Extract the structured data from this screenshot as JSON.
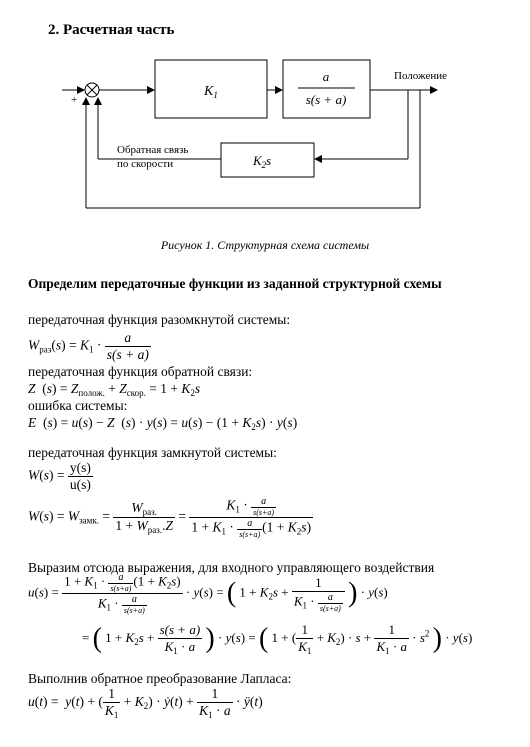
{
  "section_title": "2. Расчетная часть",
  "diagram": {
    "k1": "K",
    "k1_sub": "1",
    "tf_num": "a",
    "tf_den": "s(s + a)",
    "output_label": "Положение",
    "fb_label_line1": "Обратная связь",
    "fb_label_line2": "по скорости",
    "k2s": "K",
    "k2s_sub": "2",
    "k2s_s": "s",
    "plus": "+",
    "minus": "−"
  },
  "figure_caption": "Рисунок 1. Структурная схема системы",
  "heading": "Определим передаточные функции из заданной структурной схемы",
  "text": {
    "open_loop": "передаточная функция разомкнутой системы:",
    "feedback": "передаточная функция обратной связи:",
    "error": "ошибка системы:",
    "closed_loop": "передаточная функция замкнутой системы:",
    "express": "Выразим отсюда выражения, для входного управляющего воздействия",
    "laplace": "Выполнив обратное преобразование Лапласа:"
  },
  "subs": {
    "raz": "раз",
    "raz_dot": "раз.",
    "zamk": "замк.",
    "poloz": "полож.",
    "skor": "скор."
  }
}
